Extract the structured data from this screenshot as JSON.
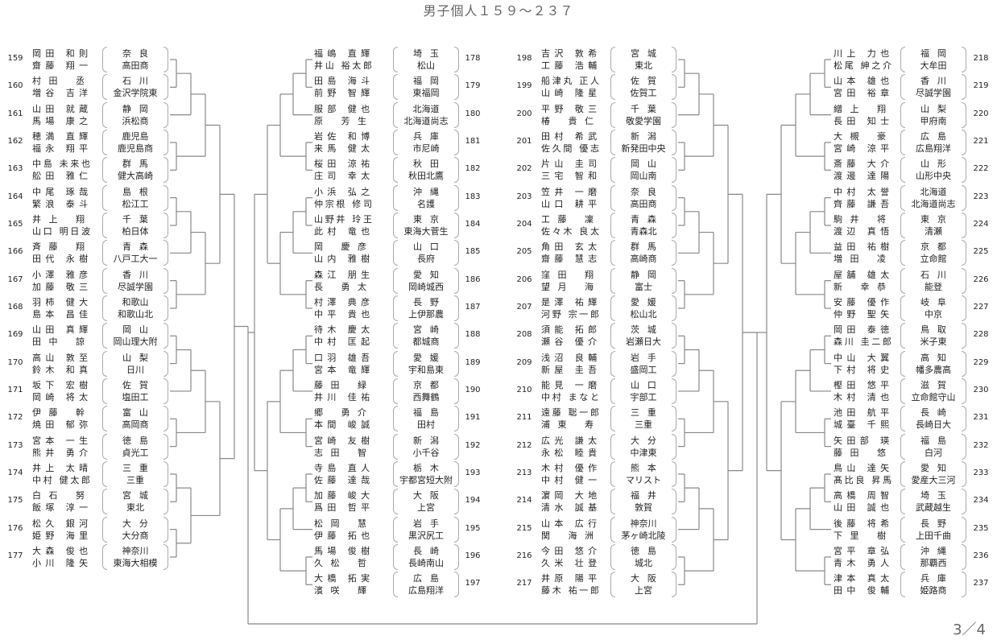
{
  "title": "男子個人１５９～２３７",
  "page_number": "3／4",
  "columns": [
    [
      {
        "no": "159",
        "names": [
          "岡田 和則",
          "齋藤 翔一"
        ],
        "pref": "奈良",
        "school": "高田商"
      },
      {
        "no": "160",
        "names": [
          "村田 丞",
          "増谷 吉洋"
        ],
        "pref": "石川",
        "school": "金沢学院東"
      },
      {
        "no": "161",
        "names": [
          "山田 就蔵",
          "馬場 康之"
        ],
        "pref": "静岡",
        "school": "浜松商"
      },
      {
        "no": "162",
        "names": [
          "穂満 直輝",
          "福永 翔平"
        ],
        "pref": "鹿児島",
        "school": "鹿児島商"
      },
      {
        "no": "163",
        "names": [
          "中島 未来也",
          "舩田 雅仁"
        ],
        "pref": "群馬",
        "school": "健大高崎"
      },
      {
        "no": "164",
        "names": [
          "中尾 琢哉",
          "繁浪 泰斗"
        ],
        "pref": "島根",
        "school": "松江工"
      },
      {
        "no": "165",
        "names": [
          "井上 翔",
          "山口 明日波"
        ],
        "pref": "千葉",
        "school": "柏日体"
      },
      {
        "no": "166",
        "names": [
          "斉藤 翔",
          "田代 永樹"
        ],
        "pref": "青森",
        "school": "八戸工大一"
      },
      {
        "no": "167",
        "names": [
          "小澤 雅彦",
          "加藤 敬三"
        ],
        "pref": "香川",
        "school": "尽誠学園"
      },
      {
        "no": "168",
        "names": [
          "羽柿 健大",
          "島本 昌佳"
        ],
        "pref": "和歌山",
        "school": "和歌山北"
      },
      {
        "no": "169",
        "names": [
          "山田 真輝",
          "田中 諒"
        ],
        "pref": "岡山",
        "school": "岡山理大附"
      },
      {
        "no": "170",
        "names": [
          "高山 敦至",
          "鈴木 和真"
        ],
        "pref": "山梨",
        "school": "日川"
      },
      {
        "no": "171",
        "names": [
          "坂下 宏樹",
          "岡崎 将太"
        ],
        "pref": "佐賀",
        "school": "塩田工"
      },
      {
        "no": "172",
        "names": [
          "伊藤 幹",
          "焼田 郁弥"
        ],
        "pref": "富山",
        "school": "高岡商"
      },
      {
        "no": "173",
        "names": [
          "宮本 一生",
          "熊井 勇介"
        ],
        "pref": "徳島",
        "school": "貞光工"
      },
      {
        "no": "174",
        "names": [
          "井上 太晴",
          "中村 健太郎"
        ],
        "pref": "三重",
        "school": "三重"
      },
      {
        "no": "175",
        "names": [
          "白石 努",
          "飯塚 淳一"
        ],
        "pref": "宮城",
        "school": "東北"
      },
      {
        "no": "176",
        "names": [
          "松久 銀河",
          "姫野 海里"
        ],
        "pref": "大分",
        "school": "大分商"
      },
      {
        "no": "177",
        "names": [
          "大森 俊也",
          "小川 隆矢"
        ],
        "pref": "神奈川",
        "school": "東海大相模"
      }
    ],
    [
      {
        "no": "178",
        "names": [
          "福嶋 直輝",
          "井山 裕太郎"
        ],
        "pref": "埼玉",
        "school": "松山"
      },
      {
        "no": "179",
        "names": [
          "田島 海斗",
          "前野 智輝"
        ],
        "pref": "福岡",
        "school": "東福岡"
      },
      {
        "no": "180",
        "names": [
          "服部 健也",
          "原 芳生"
        ],
        "pref": "北海道",
        "school": "北海道尚志"
      },
      {
        "no": "181",
        "names": [
          "岩佐 和博",
          "来馬 健太"
        ],
        "pref": "兵庫",
        "school": "市尼崎"
      },
      {
        "no": "182",
        "names": [
          "桜田 涼祐",
          "庄司 幸太"
        ],
        "pref": "秋田",
        "school": "秋田北鷹"
      },
      {
        "no": "183",
        "names": [
          "小浜 弘之",
          "仲宗根 修司"
        ],
        "pref": "沖縄",
        "school": "名護"
      },
      {
        "no": "184",
        "names": [
          "山野井 玲王",
          "此村 竜也"
        ],
        "pref": "東京",
        "school": "東海大菅生"
      },
      {
        "no": "185",
        "names": [
          "岡 慶彦",
          "山内 雅樹"
        ],
        "pref": "山口",
        "school": "長府"
      },
      {
        "no": "186",
        "names": [
          "森江 朋生",
          "長 勇太"
        ],
        "pref": "愛知",
        "school": "岡崎城西"
      },
      {
        "no": "187",
        "names": [
          "村澤 典彦",
          "中平 貴也"
        ],
        "pref": "長野",
        "school": "上伊那農"
      },
      {
        "no": "188",
        "names": [
          "待木 慶太",
          "中村 匡起"
        ],
        "pref": "宮崎",
        "school": "都城商"
      },
      {
        "no": "189",
        "names": [
          "口羽 雄吾",
          "宮本 竜輝"
        ],
        "pref": "愛媛",
        "school": "宇和島東"
      },
      {
        "no": "190",
        "names": [
          "藤田 緑",
          "井川 佳祐"
        ],
        "pref": "京都",
        "school": "西舞鶴"
      },
      {
        "no": "191",
        "names": [
          "郷 勇介",
          "本間 峻誠"
        ],
        "pref": "福島",
        "school": "田村"
      },
      {
        "no": "192",
        "names": [
          "宮崎 友樹",
          "志田 智"
        ],
        "pref": "新潟",
        "school": "小千谷"
      },
      {
        "no": "193",
        "names": [
          "寺島 直人",
          "佐藤 達哉"
        ],
        "pref": "栃木",
        "school": "宇都宮短大附"
      },
      {
        "no": "194",
        "names": [
          "加藤 峻大",
          "爲田 哲平"
        ],
        "pref": "大阪",
        "school": "上宮"
      },
      {
        "no": "195",
        "names": [
          "松岡 慧",
          "伊藤 拓也"
        ],
        "pref": "岩手",
        "school": "黒沢尻工"
      },
      {
        "no": "196",
        "names": [
          "馬場 俊樹",
          "久松 哲"
        ],
        "pref": "長崎",
        "school": "長崎南山"
      },
      {
        "no": "197",
        "names": [
          "大橋 拓実",
          "濱咲 輝"
        ],
        "pref": "広島",
        "school": "広島翔洋"
      }
    ],
    [
      {
        "no": "198",
        "names": [
          "吉沢 敦希",
          "工藤 浩輔"
        ],
        "pref": "宮城",
        "school": "東北"
      },
      {
        "no": "199",
        "names": [
          "船津丸 正人",
          "山崎 隆星"
        ],
        "pref": "佐賀",
        "school": "佐賀工"
      },
      {
        "no": "200",
        "names": [
          "平野 敬三",
          "椿 貴仁"
        ],
        "pref": "千葉",
        "school": "敬愛学園"
      },
      {
        "no": "201",
        "names": [
          "田村 希武",
          "佐久間 優志"
        ],
        "pref": "新潟",
        "school": "新発田中央"
      },
      {
        "no": "202",
        "names": [
          "片山 圭司",
          "三宅 智和"
        ],
        "pref": "岡山",
        "school": "岡山南"
      },
      {
        "no": "203",
        "names": [
          "笠井 一磨",
          "山口 耕平"
        ],
        "pref": "奈良",
        "school": "高田商"
      },
      {
        "no": "204",
        "names": [
          "工藤 凜",
          "佐々木 良太"
        ],
        "pref": "青森",
        "school": "青森北"
      },
      {
        "no": "205",
        "names": [
          "角田 玄太",
          "齋藤 慧志"
        ],
        "pref": "群馬",
        "school": "高崎商"
      },
      {
        "no": "206",
        "names": [
          "窪田 翔",
          "望月 海"
        ],
        "pref": "静岡",
        "school": "富士"
      },
      {
        "no": "207",
        "names": [
          "是澤 祐輝",
          "河野 宗一郎"
        ],
        "pref": "愛媛",
        "school": "松山北"
      },
      {
        "no": "208",
        "names": [
          "須能 拓郎",
          "瀬谷 優介"
        ],
        "pref": "茨城",
        "school": "岩瀬日大"
      },
      {
        "no": "209",
        "names": [
          "浅沼 良輔",
          "新屋 圭吾"
        ],
        "pref": "岩手",
        "school": "盛岡工"
      },
      {
        "no": "210",
        "names": [
          "能見 一磨",
          "中村 まなと"
        ],
        "pref": "山口",
        "school": "宇部工"
      },
      {
        "no": "211",
        "names": [
          "遠藤 聡一郎",
          "浦東 寿"
        ],
        "pref": "三重",
        "school": "三重"
      },
      {
        "no": "212",
        "names": [
          "広光 謙太",
          "永松 睦貴"
        ],
        "pref": "大分",
        "school": "中津東"
      },
      {
        "no": "213",
        "names": [
          "木村 優作",
          "中村 健一"
        ],
        "pref": "熊本",
        "school": "マリスト"
      },
      {
        "no": "214",
        "names": [
          "濵岡 大地",
          "清水 誠基"
        ],
        "pref": "福井",
        "school": "敦賀"
      },
      {
        "no": "215",
        "names": [
          "山本 広行",
          "関 海洲"
        ],
        "pref": "神奈川",
        "school": "茅ヶ崎北陵"
      },
      {
        "no": "216",
        "names": [
          "今田 悠介",
          "久米 壮登"
        ],
        "pref": "徳島",
        "school": "城北"
      },
      {
        "no": "217",
        "names": [
          "井原 陽平",
          "藤木 祐一郎"
        ],
        "pref": "大阪",
        "school": "上宮"
      }
    ],
    [
      {
        "no": "218",
        "names": [
          "川上 力也",
          "松尾 紳之介"
        ],
        "pref": "福岡",
        "school": "大牟田"
      },
      {
        "no": "219",
        "names": [
          "山本 雄也",
          "宮田 裕章"
        ],
        "pref": "香川",
        "school": "尽誠学園"
      },
      {
        "no": "220",
        "names": [
          "繒上 翔",
          "長田 知士"
        ],
        "pref": "山梨",
        "school": "甲府南"
      },
      {
        "no": "221",
        "names": [
          "大槻 豪",
          "宮崎 涼平"
        ],
        "pref": "広島",
        "school": "広島翔洋"
      },
      {
        "no": "222",
        "names": [
          "斎藤 大介",
          "渡邊 達陽"
        ],
        "pref": "山形",
        "school": "山形中央"
      },
      {
        "no": "223",
        "names": [
          "中村 太誉",
          "齊藤 謙吾"
        ],
        "pref": "北海道",
        "school": "北海道尚志"
      },
      {
        "no": "224",
        "names": [
          "駒井 将",
          "渡辺 真悟"
        ],
        "pref": "東京",
        "school": "清瀬"
      },
      {
        "no": "225",
        "names": [
          "益田 祐樹",
          "増田 凌"
        ],
        "pref": "京都",
        "school": "立命館"
      },
      {
        "no": "226",
        "names": [
          "屋舗 雄太",
          "新 幸恭"
        ],
        "pref": "石川",
        "school": "能登"
      },
      {
        "no": "227",
        "names": [
          "安藤 優作",
          "仲野 聖矢"
        ],
        "pref": "岐阜",
        "school": "中京"
      },
      {
        "no": "228",
        "names": [
          "岡田 泰徳",
          "森川 圭二郎"
        ],
        "pref": "鳥取",
        "school": "米子東"
      },
      {
        "no": "229",
        "names": [
          "中山 大翼",
          "下村 将史"
        ],
        "pref": "高知",
        "school": "幡多農高"
      },
      {
        "no": "230",
        "names": [
          "樫田 悠平",
          "木村 清也"
        ],
        "pref": "滋賀",
        "school": "立命館守山"
      },
      {
        "no": "231",
        "names": [
          "池田 航平",
          "城臺 千熙"
        ],
        "pref": "長崎",
        "school": "長崎日大"
      },
      {
        "no": "232",
        "names": [
          "矢田部 瑛",
          "藤田 悠"
        ],
        "pref": "福島",
        "school": "白河"
      },
      {
        "no": "233",
        "names": [
          "鳥山 達矢",
          "髙比良 昇馬"
        ],
        "pref": "愛知",
        "school": "愛産大三河"
      },
      {
        "no": "234",
        "names": [
          "高橋 周智",
          "山田 誠也"
        ],
        "pref": "埼玉",
        "school": "武蔵越生"
      },
      {
        "no": "235",
        "names": [
          "後藤 将希",
          "下里 樹"
        ],
        "pref": "長野",
        "school": "上田千曲"
      },
      {
        "no": "236",
        "names": [
          "宮平 章弘",
          "青木 勇人"
        ],
        "pref": "沖縄",
        "school": "那覇西"
      },
      {
        "no": "237",
        "names": [
          "津本 真太",
          "田中 俊輔"
        ],
        "pref": "兵庫",
        "school": "姫路商"
      }
    ]
  ]
}
